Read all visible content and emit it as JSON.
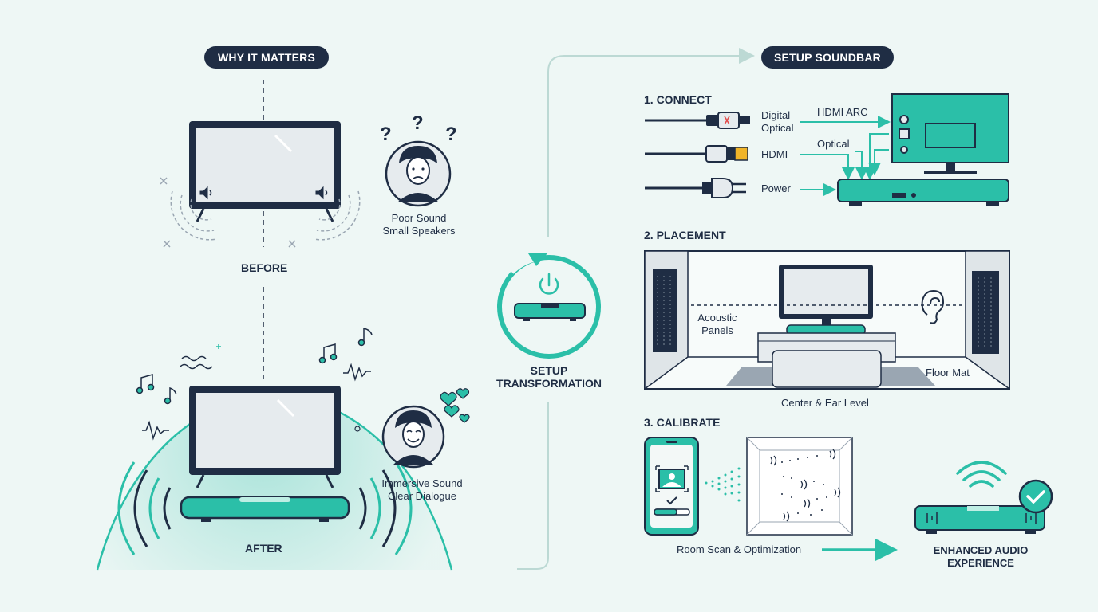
{
  "left": {
    "header": "WHY IT MATTERS",
    "before_label": "BEFORE",
    "after_label": "AFTER",
    "poor_sound_line1": "Poor Sound",
    "poor_sound_line2": "Small Speakers",
    "immersive_line1": "Immersive Sound",
    "immersive_line2": "Clear Dialogue"
  },
  "middle": {
    "label_line1": "SETUP",
    "label_line2": "TRANSFORMATION"
  },
  "right": {
    "header": "SETUP SOUNDBAR",
    "connect": {
      "title": "1. CONNECT",
      "cable_digital_line1": "Digital",
      "cable_digital_line2": "Optical",
      "cable_hdmi": "HDMI",
      "cable_power": "Power",
      "port_hdmi_arc": "HDMI ARC",
      "port_optical": "Optical"
    },
    "placement": {
      "title": "2. PLACEMENT",
      "acoustic_line1": "Acoustic",
      "acoustic_line2": "Panels",
      "floor_mat": "Floor Mat",
      "caption": "Center & Ear Level"
    },
    "calibrate": {
      "title": "3. CALIBRATE",
      "caption": "Room Scan & Optimization",
      "result_line1": "ENHANCED AUDIO",
      "result_line2": "EXPERIENCE"
    }
  },
  "colors": {
    "navy": "#1f2d44",
    "teal": "#2bbfa8",
    "teal_light": "#bfeee4",
    "screen": "#e6ebee",
    "background": "#eef7f5"
  },
  "icons": [
    "speaker-icon",
    "question-mark-icon",
    "sad-face-icon",
    "happy-face-icon",
    "music-note-icon",
    "heart-icon",
    "power-icon",
    "ear-icon",
    "checkmark-icon",
    "wifi-icon",
    "image-icon",
    "plug-icon"
  ]
}
